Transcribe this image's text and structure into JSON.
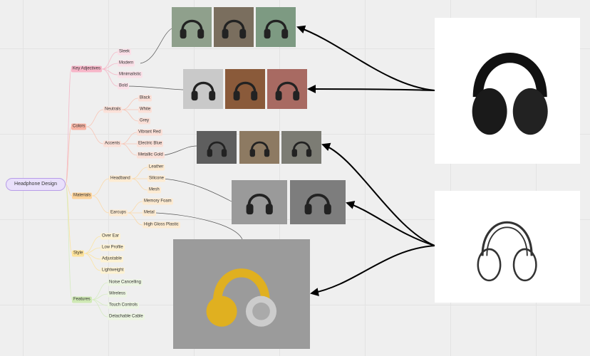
{
  "root": "Headphone Design",
  "branches": [
    {
      "label": "Key Adjectives",
      "color": "#f7b6c8",
      "leafColor": "#fbe0e8",
      "line": "#f5b8c8",
      "children": [
        {
          "label": "Sleek"
        },
        {
          "label": "Modern"
        },
        {
          "label": "Minimalistic"
        },
        {
          "label": "Bold"
        }
      ]
    },
    {
      "label": "Colors",
      "color": "#f7b3a3",
      "leafColor": "#fbe0d8",
      "line": "#f8c4b4",
      "children": [
        {
          "label": "Neutrals",
          "children": [
            {
              "label": "Black"
            },
            {
              "label": "White"
            },
            {
              "label": "Grey"
            }
          ]
        },
        {
          "label": "Accents",
          "children": [
            {
              "label": "Vibrant Red"
            },
            {
              "label": "Electric Blue"
            },
            {
              "label": "Metallic Gold"
            }
          ]
        }
      ]
    },
    {
      "label": "Materials",
      "color": "#fdd39a",
      "leafColor": "#fdebd2",
      "line": "#fbd9a8",
      "children": [
        {
          "label": "Headband",
          "children": [
            {
              "label": "Leather"
            },
            {
              "label": "Silicone"
            },
            {
              "label": "Mesh"
            }
          ]
        },
        {
          "label": "Earcups",
          "children": [
            {
              "label": "Memory Foam"
            },
            {
              "label": "Metal"
            },
            {
              "label": "High Gloss Plastic"
            }
          ]
        }
      ]
    },
    {
      "label": "Style",
      "color": "#fde29a",
      "leafColor": "#fdf2d3",
      "line": "#fbe3a3",
      "children": [
        {
          "label": "Over Ear"
        },
        {
          "label": "Low Profile"
        },
        {
          "label": "Adjustable"
        },
        {
          "label": "Lightweight"
        }
      ]
    },
    {
      "label": "Features",
      "color": "#cfe9b4",
      "leafColor": "#ecf5e2",
      "line": "#d6ecc2",
      "children": [
        {
          "label": "Noise Cancelling"
        },
        {
          "label": "Wireless"
        },
        {
          "label": "Touch Controls"
        },
        {
          "label": "Detachable Cable"
        }
      ]
    }
  ],
  "images": {
    "modern_row": [
      "#8fa08c",
      "#7a6e5e",
      "#7d9a82"
    ],
    "bold_row": [
      "#c9c9c9",
      "#8a5a3a",
      "#a86a62"
    ],
    "gold_row": [
      "#5e5e5e",
      "#8d7a62",
      "#7c7c74"
    ],
    "silicone_row": [
      "#9a9a9a",
      "#7d7d7d"
    ],
    "metal_image": "#9b9b9b",
    "reference_photo": "#ffffff",
    "reference_sketch": "#ffffff"
  }
}
